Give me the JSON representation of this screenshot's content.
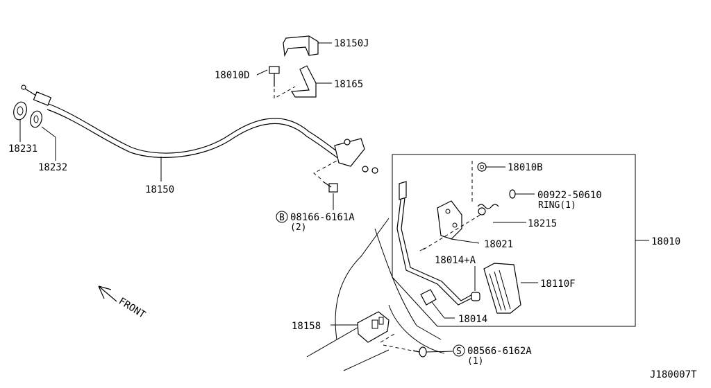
{
  "labels": {
    "p18150J": "18150J",
    "p18010D": "18010D",
    "p18165": "18165",
    "p18231": "18231",
    "p18232": "18232",
    "p18150": "18150",
    "p18010B": "18010B",
    "p00922": "00922-50610",
    "ring": "RING(1)",
    "p18215": "18215",
    "p08166": "08166-6161A",
    "p08166_qty": "(2)",
    "p08166_prefix": "B",
    "p18021": "18021",
    "p18010": "18010",
    "p18014A": "18014+A",
    "p18110F": "18110F",
    "front": "FRONT",
    "p18014": "18014",
    "p18158": "18158",
    "p08566": "08566-6162A",
    "p08566_qty": "(1)",
    "p08566_prefix": "S",
    "code": "J180007T"
  }
}
